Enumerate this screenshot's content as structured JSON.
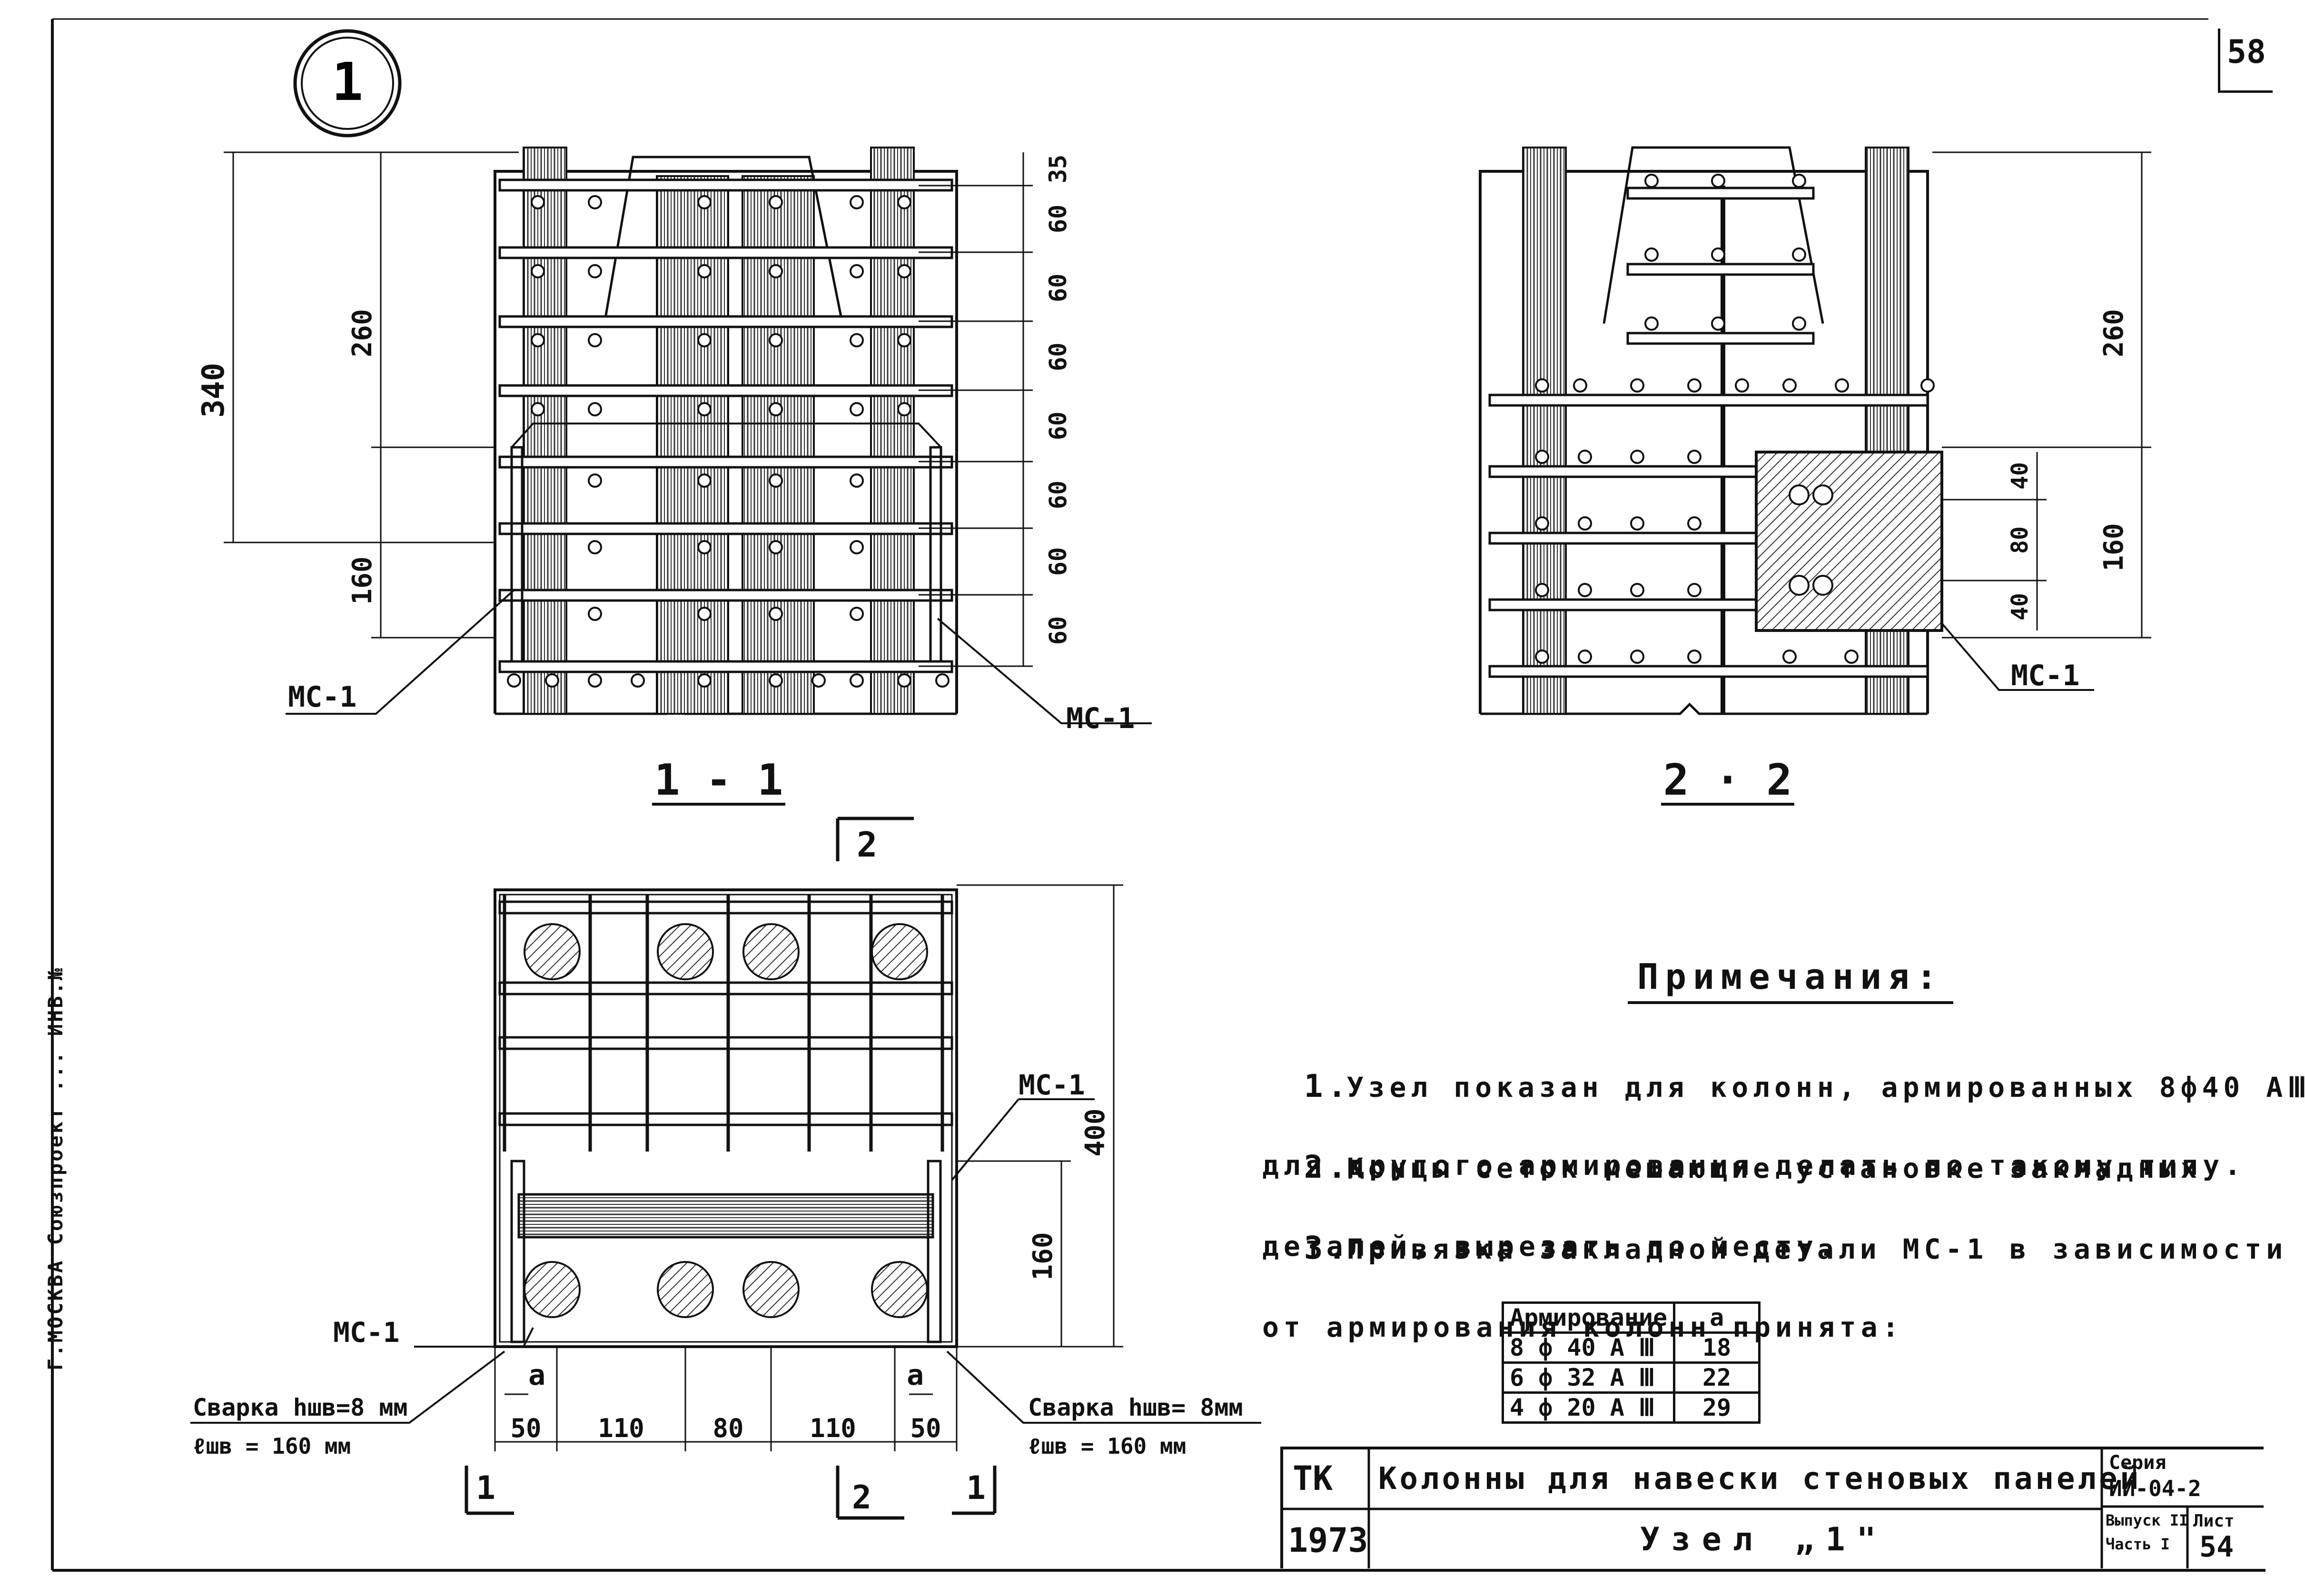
{
  "sheet_number": "58",
  "node_label": "1",
  "views": {
    "section_1_1": {
      "label": "1 - 1",
      "dim_340": "340",
      "dim_260": "260",
      "dim_160": "160",
      "right_dims": [
        "35",
        "60",
        "60",
        "60",
        "60",
        "60",
        "60",
        "60"
      ],
      "left_callout": "МС-1",
      "right_callout": "МС-1"
    },
    "section_2_2": {
      "label": "2 · 2",
      "dim_260": "260",
      "dim_160": "160",
      "dims_small": [
        "40",
        "80",
        "40"
      ],
      "callout": "МС-1"
    },
    "plan": {
      "cut_top": "2",
      "cut_bottom_left": "1",
      "cut_bottom_mid": "2",
      "cut_bottom_right": "1",
      "dim_400": "400",
      "dim_160": "160",
      "callout_top": "МС-1",
      "callout_left": "МС-1",
      "a_left": "a",
      "a_right": "a",
      "bottom_dims": [
        "50",
        "110",
        "80",
        "110",
        "50"
      ],
      "weld_left_1": "Сварка hшв=8 мм",
      "weld_left_2": "ℓшв = 160 мм",
      "weld_right_1": "Сварка hшв= 8мм",
      "weld_right_2": "ℓшв = 160 мм"
    }
  },
  "notes": {
    "title": "Примечания:",
    "items": [
      {
        "num": "1.",
        "line1": "Узел показан для колонн, армированных 8ф40 АⅢ,",
        "line2": "для другого армирования делать по такому типу."
      },
      {
        "num": "2.",
        "line1": "Концы сеток мешающие установке закладных",
        "line2": "деталей, вырезать по месту."
      },
      {
        "num": "3.",
        "line1": "Привязка закладной детали МС-1 в зависимости",
        "line2": "от армирования колонн принята:"
      }
    ]
  },
  "rebar_table": {
    "headers": [
      "Армирование",
      "a"
    ],
    "rows": [
      [
        "8 ф 40 А Ⅲ",
        "18"
      ],
      [
        "6 ф 32 А Ⅲ",
        "22"
      ],
      [
        "4 ф 20 А Ⅲ",
        "29"
      ]
    ]
  },
  "title_block": {
    "code": "ТК",
    "year": "1973",
    "title": "Колонны для навески стеновых панелей",
    "subtitle": "Узел „1\"",
    "series_label": "Серия",
    "series_value": "ИИ-04-2",
    "issue_label": "Выпуск II",
    "part_label": "Часть I",
    "sheet_label": "Лист",
    "sheet_value": "54"
  },
  "side_stamp": "Г.МОСКВА  Союзпроект  ...  ИНВ.№"
}
